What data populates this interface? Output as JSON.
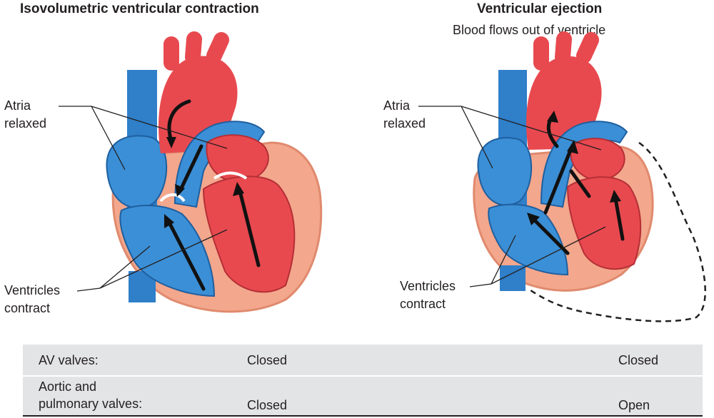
{
  "panels": [
    {
      "title": "Isovolumetric ventricular contraction",
      "subtitle": "",
      "atria_label": [
        "Atria",
        "relaxed"
      ],
      "ventricles_label": [
        "Ventricles",
        "contract"
      ]
    },
    {
      "title": "Ventricular ejection",
      "subtitle": "Blood flows out of ventricle",
      "atria_label": [
        "Atria",
        "relaxed"
      ],
      "ventricles_label": [
        "Ventricles",
        "contract"
      ]
    }
  ],
  "table": {
    "rows": [
      {
        "label": [
          "AV valves:"
        ],
        "left": "Closed",
        "right": "Closed"
      },
      {
        "label": [
          "Aortic and",
          "pulmonary valves:"
        ],
        "left": "Closed",
        "right": "Open"
      }
    ]
  },
  "colors": {
    "oxygenated": "#e8494f",
    "deoxygenated": "#2f7fc9",
    "muscle": "#f3a78c",
    "table_bg": "#e3e4e6"
  }
}
